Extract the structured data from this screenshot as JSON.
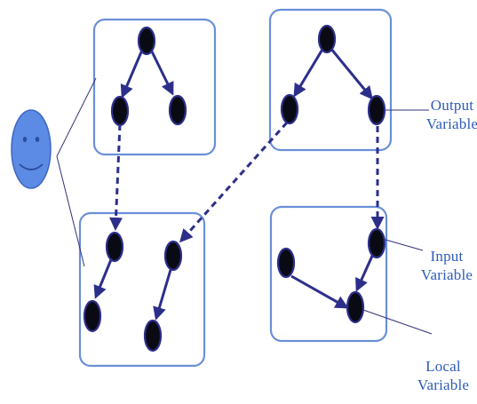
{
  "labels": {
    "output": [
      "Output",
      "Variable"
    ],
    "input": [
      "Input",
      "Variable"
    ],
    "local": [
      "Local",
      "Variable"
    ]
  },
  "colors": {
    "box_stroke": "#6a8fd8",
    "node_fill": "#0a0a14",
    "node_stroke": "#2c2f8a",
    "edge": "#2c2f8a",
    "pointer": "#33337a",
    "face_fill": "#5b8be4",
    "face_stroke": "#3f66c0",
    "face_features": "#2b4c9e",
    "label_text": "#2e5cb8"
  },
  "icons": {
    "actor": "smiley-face-icon"
  }
}
